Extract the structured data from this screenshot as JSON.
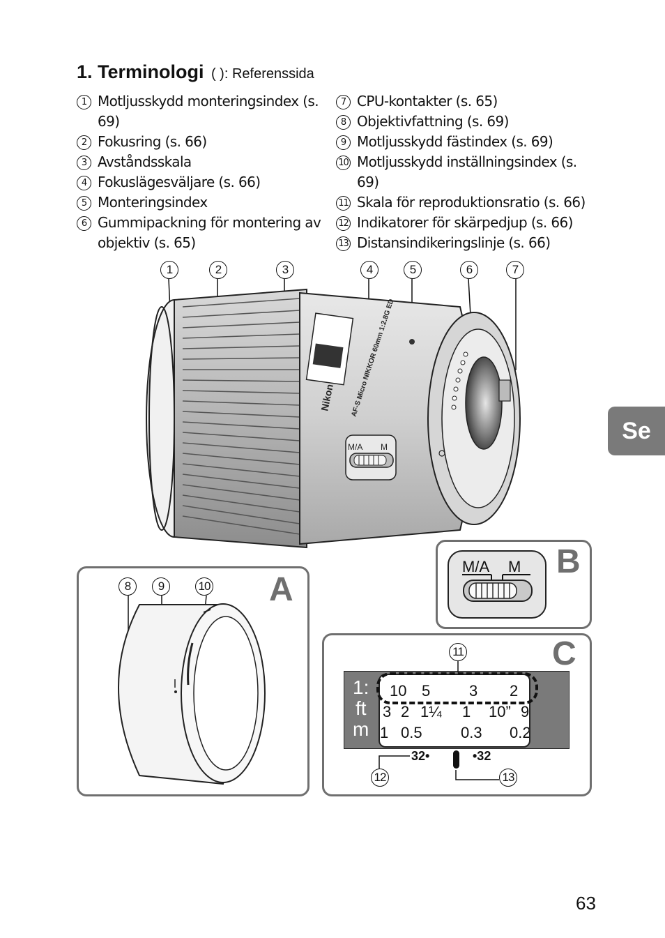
{
  "header": {
    "title": "1. Terminologi",
    "subtitle": "( ): Referenssida"
  },
  "parts_left": [
    {
      "n": "1",
      "text": "Motljusskydd monteringsindex (s. 69)"
    },
    {
      "n": "2",
      "text": "Fokusring (s. 66)"
    },
    {
      "n": "3",
      "text": "Avståndsskala"
    },
    {
      "n": "4",
      "text": "Fokuslägesväljare (s. 66)"
    },
    {
      "n": "5",
      "text": "Monteringsindex"
    },
    {
      "n": "6",
      "text": "Gummipackning för montering av objektiv (s. 65)"
    }
  ],
  "parts_right": [
    {
      "n": "7",
      "text": "CPU-kontakter (s. 65)"
    },
    {
      "n": "8",
      "text": "Objektivfattning (s. 69)"
    },
    {
      "n": "9",
      "text": "Motljusskydd fästindex (s. 69)"
    },
    {
      "n": "10",
      "text": "Motljusskydd inställningsindex (s. 69)"
    },
    {
      "n": "11",
      "text": "Skala för reproduktionsratio (s. 66)"
    },
    {
      "n": "12",
      "text": "Indikatorer för skärpedjup (s. 66)"
    },
    {
      "n": "13",
      "text": "Distansindikeringslinje (s. 66)"
    }
  ],
  "figure": {
    "callouts_top": [
      "1",
      "2",
      "3",
      "4",
      "5",
      "6",
      "7"
    ],
    "lens_brand": "Nikon",
    "lens_model": "AF-S Micro NIKKOR 60mm 1:2.8G ED",
    "switch_ma": "M/A",
    "switch_m": "M",
    "panel_a": {
      "letter": "A",
      "callouts": [
        "8",
        "9",
        "10"
      ]
    },
    "panel_b": {
      "letter": "B",
      "switch_ma": "M/A",
      "switch_m": "M"
    },
    "panel_c": {
      "letter": "C",
      "callouts": [
        "11",
        "12",
        "13"
      ],
      "row_labels": [
        "1:",
        "ft",
        "m"
      ],
      "ratio_row": [
        "10",
        "5",
        "3",
        "2"
      ],
      "ft_row": [
        "3",
        "2",
        "1¼",
        "1",
        "10”",
        "9"
      ],
      "m_row": [
        "1",
        "0.5",
        "0.3",
        "0.2"
      ],
      "dof_left": "32•",
      "dof_right": "•32"
    }
  },
  "side_tab": "Se",
  "page_number": "63"
}
